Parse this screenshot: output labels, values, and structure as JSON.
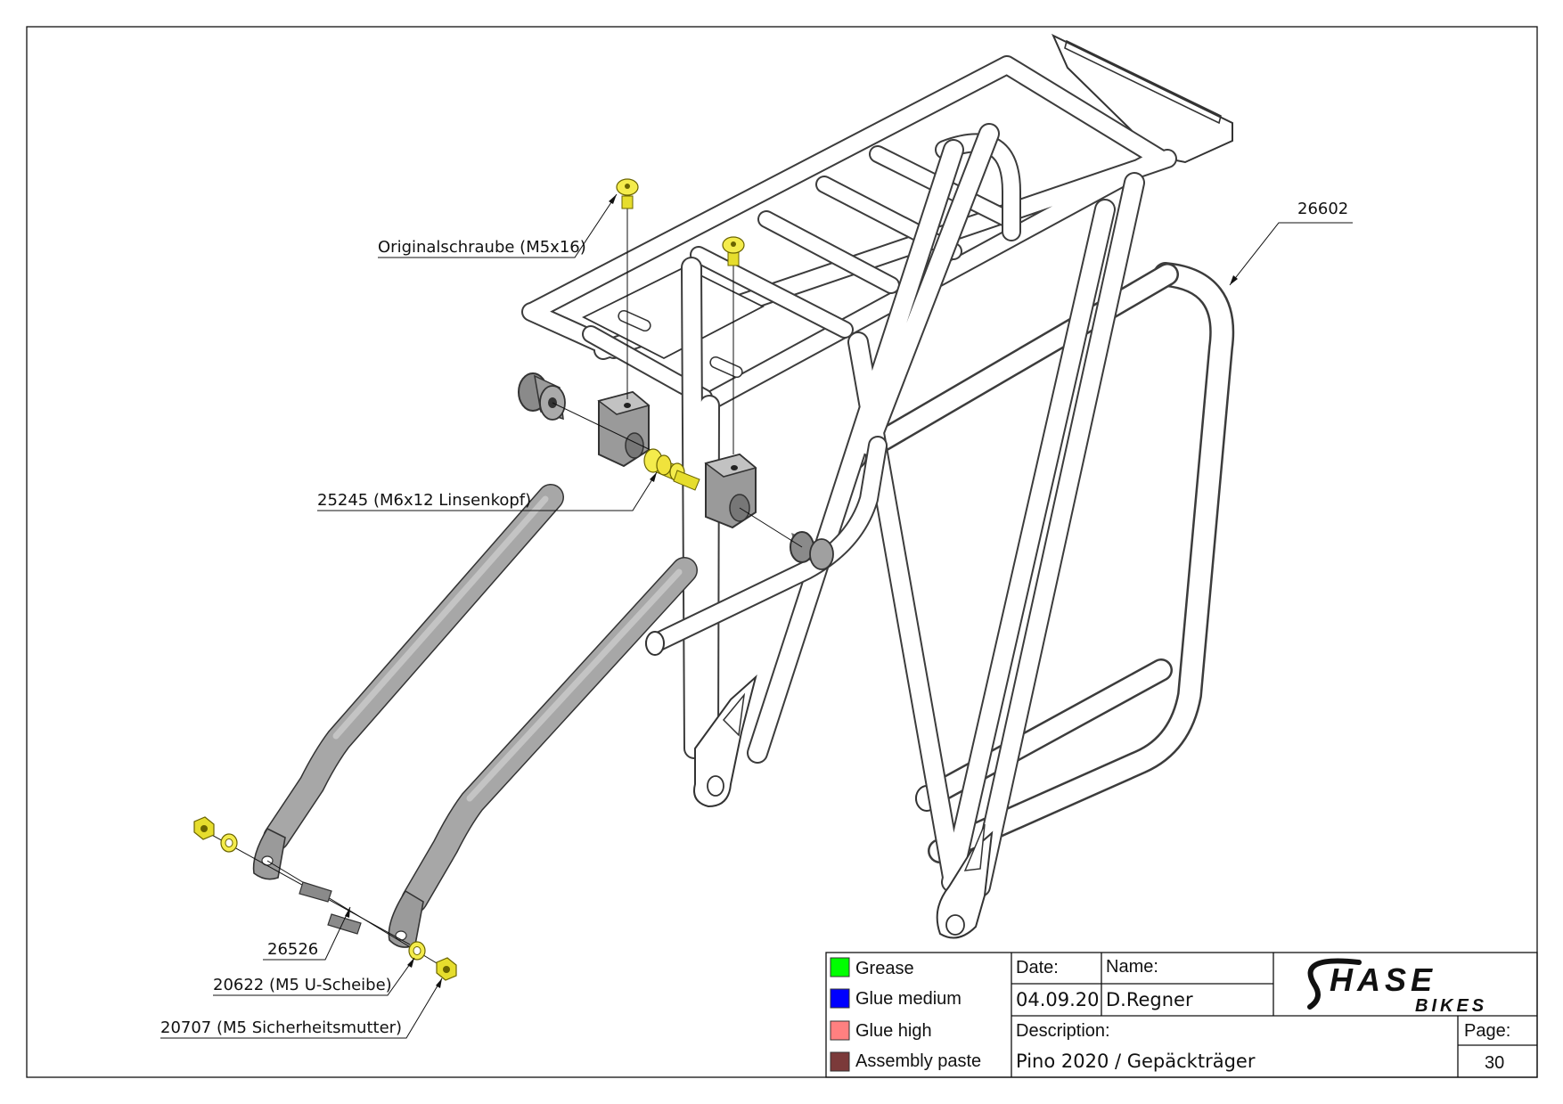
{
  "diagram": {
    "labels": {
      "screw_original": "Originalschraube (M5x16)",
      "part_26602": "26602",
      "part_25245": "25245 (M6x12 Linsenkopf)",
      "part_26526": "26526",
      "part_20622": "20622 (M5 U-Scheibe)",
      "part_20707": "20707 (M5 Sicherheitsmutter)"
    }
  },
  "legend": {
    "items": [
      {
        "label": "Grease",
        "color": "#00ff00"
      },
      {
        "label": "Glue medium",
        "color": "#0000ff"
      },
      {
        "label": "Glue high",
        "color": "#ff8080"
      },
      {
        "label": "Assembly paste",
        "color": "#7b3a3a"
      }
    ]
  },
  "title_block": {
    "date_label": "Date:",
    "date_value": "04.09.20",
    "name_label": "Name:",
    "name_value": "D.Regner",
    "description_label": "Description:",
    "description_value": "Pino 2020 / Gepäckträger",
    "page_label": "Page:",
    "page_value": "30",
    "logo_main": "HASE",
    "logo_sub": "BIKES"
  }
}
